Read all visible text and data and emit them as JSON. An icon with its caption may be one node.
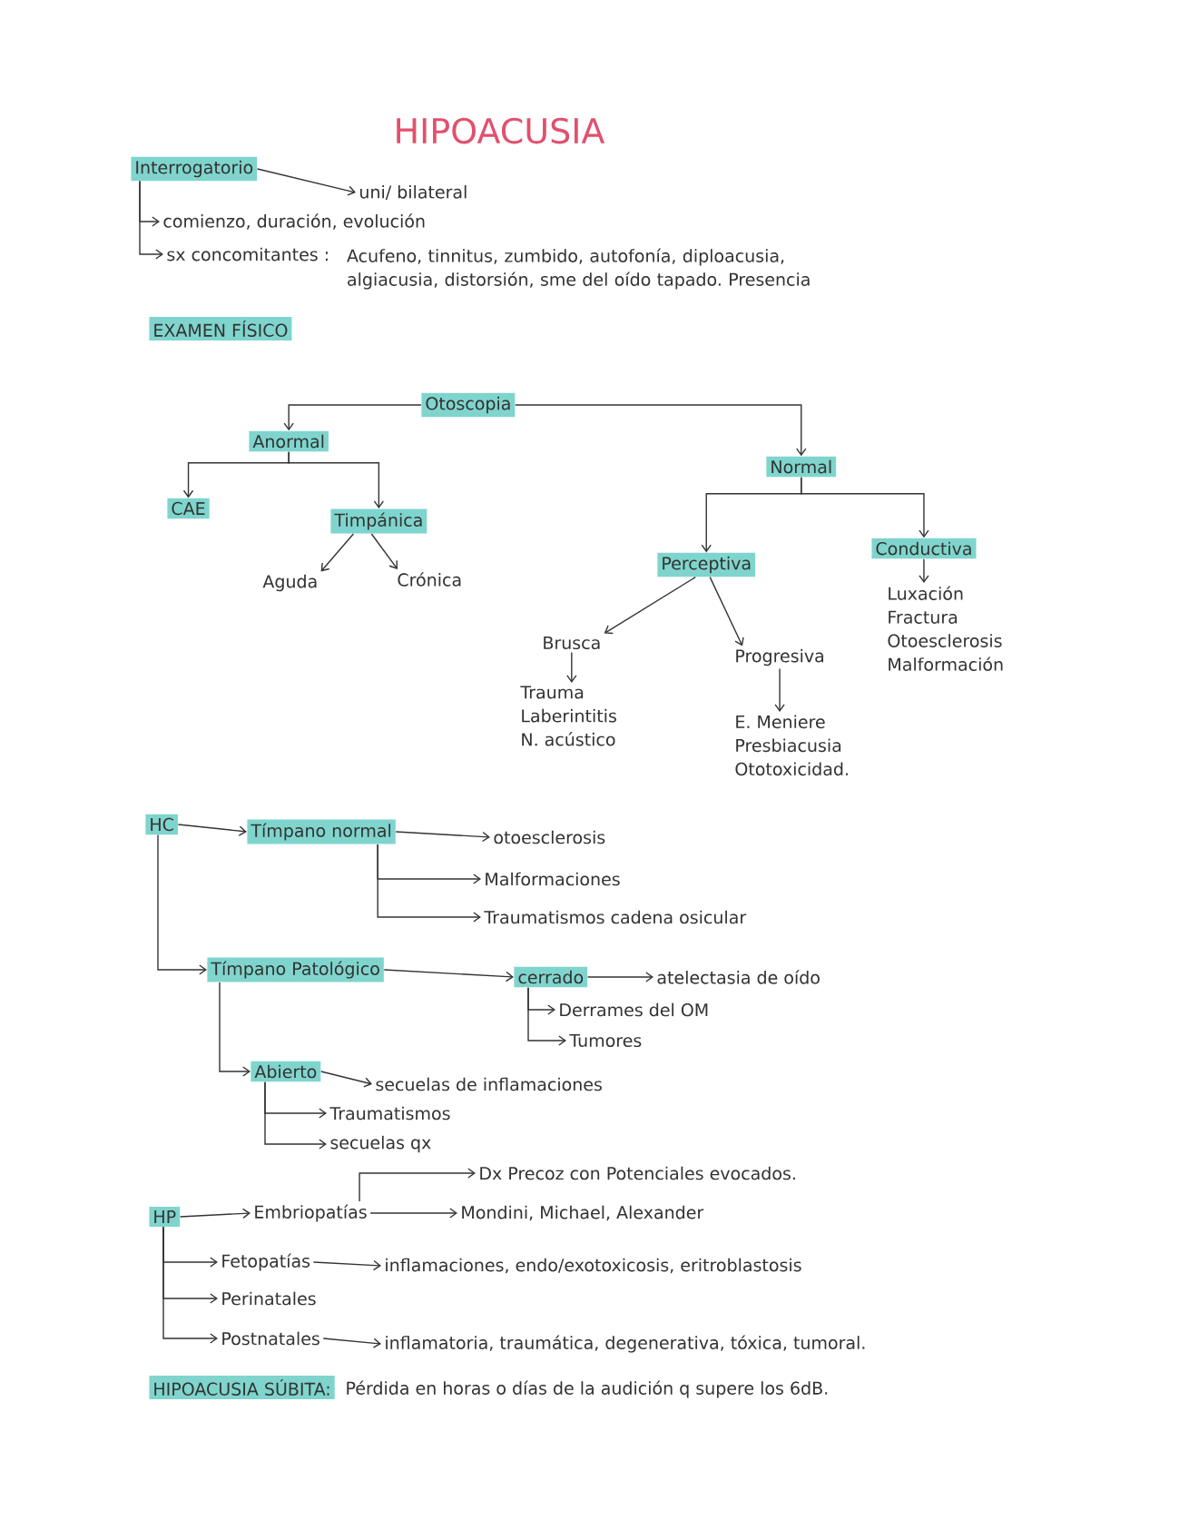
{
  "diagram": {
    "title": "HIPOACUSIA",
    "nodes": [
      {
        "text": [
          "Interrogatorio"
        ]
      },
      {
        "text": [
          "uni/ bilateral"
        ]
      },
      {
        "text": [
          "comienzo, duración, evolución"
        ]
      },
      {
        "text": [
          "sx concomitantes :"
        ],
        "beside": [
          "Acufeno, tinnitus, zumbido, autofonía, diploacusia, algiacusia, distorsión, sme del oído tapado. Presencia"
        ]
      },
      {
        "text": [
          "EXAMEN FÍSICO"
        ]
      },
      {
        "text": [
          "Otoscopia"
        ]
      },
      {
        "text": [
          "Anormal"
        ]
      },
      {
        "text": [
          "Normal"
        ]
      },
      {
        "text": [
          "CAE"
        ]
      },
      {
        "text": [
          "Timpánica"
        ]
      },
      {
        "text": [
          "Aguda"
        ]
      },
      {
        "text": [
          "Crónica"
        ]
      },
      {
        "text": [
          "Perceptiva"
        ]
      },
      {
        "text": [
          "Conductiva"
        ]
      },
      {
        "text": [
          "Brusca"
        ]
      },
      {
        "text": [
          "Progresiva"
        ]
      },
      {
        "text": [
          "Trauma",
          "Laberintitis",
          "N. acústico"
        ]
      },
      {
        "text": [
          "E. Meniere",
          "Presbiacusia",
          "Ototoxicidad."
        ]
      },
      {
        "text": [
          "Luxación",
          "Fractura",
          "Otoesclerosis",
          "Malformación"
        ]
      },
      {
        "text": [
          "HC"
        ]
      },
      {
        "text": [
          "Tímpano normal"
        ]
      },
      {
        "text": [
          "otoesclerosis"
        ]
      },
      {
        "text": [
          "Malformaciones"
        ]
      },
      {
        "text": [
          "Traumatismos cadena osicular"
        ]
      },
      {
        "text": [
          "Tímpano Patológico"
        ]
      },
      {
        "text": [
          "cerrado"
        ]
      },
      {
        "text": [
          "atelectasia de oído"
        ]
      },
      {
        "text": [
          "Derrames del OM"
        ]
      },
      {
        "text": [
          "Tumores"
        ]
      },
      {
        "text": [
          "Abierto"
        ]
      },
      {
        "text": [
          "secuelas de inflamaciones"
        ]
      },
      {
        "text": [
          "Traumatismos"
        ]
      },
      {
        "text": [
          "secuelas qx"
        ]
      },
      {
        "text": [
          "Dx Precoz con Potenciales evocados."
        ]
      },
      {
        "text": [
          "HP"
        ]
      },
      {
        "text": [
          "Embriopatías"
        ]
      },
      {
        "text": [
          "Mondini, Michael, Alexander"
        ]
      },
      {
        "text": [
          "Fetopatías"
        ]
      },
      {
        "text": [
          "inflamaciones, endo/exotoxicosis, eritroblastosis"
        ]
      },
      {
        "text": [
          "Perinatales"
        ]
      },
      {
        "text": [
          "Postnatales"
        ]
      },
      {
        "text": [
          "inflamatoria, traumática, degenerativa, tóxica, tumoral."
        ]
      },
      {
        "text": [
          "HIPOACUSIA SÚBITA:"
        ],
        "beside": [
          "Pérdida en horas o días de la audición q supere los 6dB."
        ]
      }
    ],
    "edges": [
      {
        "from": 0,
        "to": 1,
        "arrow": "to"
      },
      {
        "from": 0,
        "to": 2,
        "arrow": "to"
      },
      {
        "from": 0,
        "to": 3,
        "arrow": "to"
      },
      {
        "from": 5,
        "to": 6,
        "arrow": "to"
      },
      {
        "from": 5,
        "to": 7,
        "arrow": "to"
      },
      {
        "from": 6,
        "to": 8,
        "arrow": "to"
      },
      {
        "from": 6,
        "to": 9,
        "arrow": "to"
      },
      {
        "from": 9,
        "to": 10,
        "arrow": "to"
      },
      {
        "from": 9,
        "to": 11,
        "arrow": "to"
      },
      {
        "from": 7,
        "to": 12,
        "arrow": "to"
      },
      {
        "from": 7,
        "to": 13,
        "arrow": "to"
      },
      {
        "from": 12,
        "to": 14,
        "arrow": "to"
      },
      {
        "from": 12,
        "to": 15,
        "arrow": "to"
      },
      {
        "from": 14,
        "to": 16,
        "arrow": "to"
      },
      {
        "from": 15,
        "to": 17,
        "arrow": "to"
      },
      {
        "from": 13,
        "to": 18,
        "arrow": "to"
      },
      {
        "from": 19,
        "to": 20,
        "arrow": "to"
      },
      {
        "from": 20,
        "to": 21,
        "arrow": "to"
      },
      {
        "from": 20,
        "to": 22,
        "arrow": "to"
      },
      {
        "from": 20,
        "to": 23,
        "arrow": "to"
      },
      {
        "from": 19,
        "to": 24,
        "arrow": "to"
      },
      {
        "from": 24,
        "to": 25,
        "arrow": "to"
      },
      {
        "from": 25,
        "to": 26,
        "arrow": "to"
      },
      {
        "from": 25,
        "to": 27,
        "arrow": "to"
      },
      {
        "from": 25,
        "to": 28,
        "arrow": "to"
      },
      {
        "from": 24,
        "to": 29,
        "arrow": "to"
      },
      {
        "from": 29,
        "to": 30,
        "arrow": "to"
      },
      {
        "from": 29,
        "to": 31,
        "arrow": "to"
      },
      {
        "from": 29,
        "to": 32,
        "arrow": "to"
      },
      {
        "from": 35,
        "to": 33,
        "arrow": "to"
      },
      {
        "from": 34,
        "to": 35,
        "arrow": "to"
      },
      {
        "from": 35,
        "to": 36,
        "arrow": "to"
      },
      {
        "from": 34,
        "to": 37,
        "arrow": "to"
      },
      {
        "from": 34,
        "to": 39,
        "arrow": "to"
      },
      {
        "from": 34,
        "to": 40,
        "arrow": "to"
      },
      {
        "from": 37,
        "to": 38,
        "arrow": "to"
      },
      {
        "from": 40,
        "to": 41,
        "arrow": "to"
      }
    ]
  }
}
